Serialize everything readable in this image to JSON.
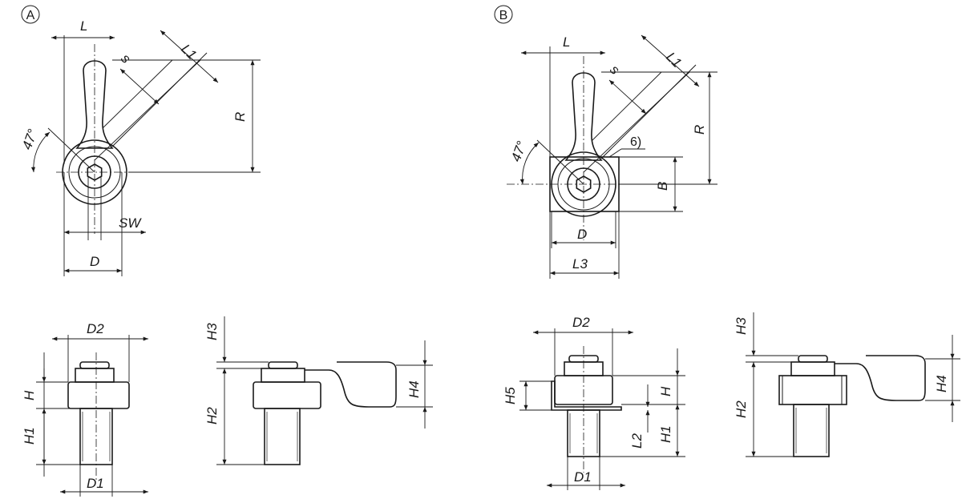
{
  "variants": [
    {
      "marker": "A",
      "name": "variant-a"
    },
    {
      "marker": "B",
      "name": "variant-b"
    }
  ],
  "labels": {
    "L": "L",
    "L1": "L1",
    "s": "s",
    "R": "R",
    "angle": "47°",
    "SW": "SW",
    "D": "D",
    "B": "B",
    "L3": "L3",
    "note6": "6)",
    "D1": "D1",
    "D2": "D2",
    "H": "H",
    "H1": "H1",
    "H2": "H2",
    "H3": "H3",
    "H4": "H4",
    "H5": "H5",
    "L2": "L2"
  }
}
